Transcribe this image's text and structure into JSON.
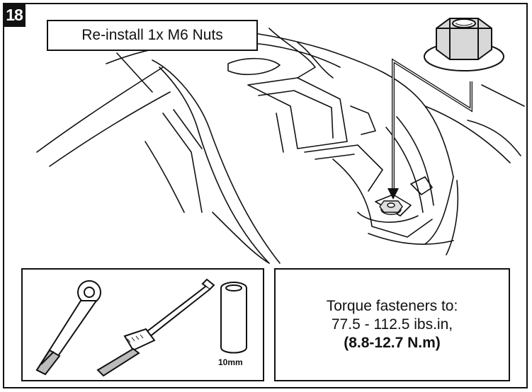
{
  "step_number": "18",
  "caption": "Re-install 1x M6 Nuts",
  "tools": {
    "icons": [
      "ratchet-icon",
      "torque-wrench-icon",
      "socket-icon"
    ],
    "socket_size": "10mm"
  },
  "torque": {
    "line1": "Torque fasteners to:",
    "line2": "77.5 - 112.5 ibs.in,",
    "line3": "(8.8-12.7 N.m)"
  }
}
